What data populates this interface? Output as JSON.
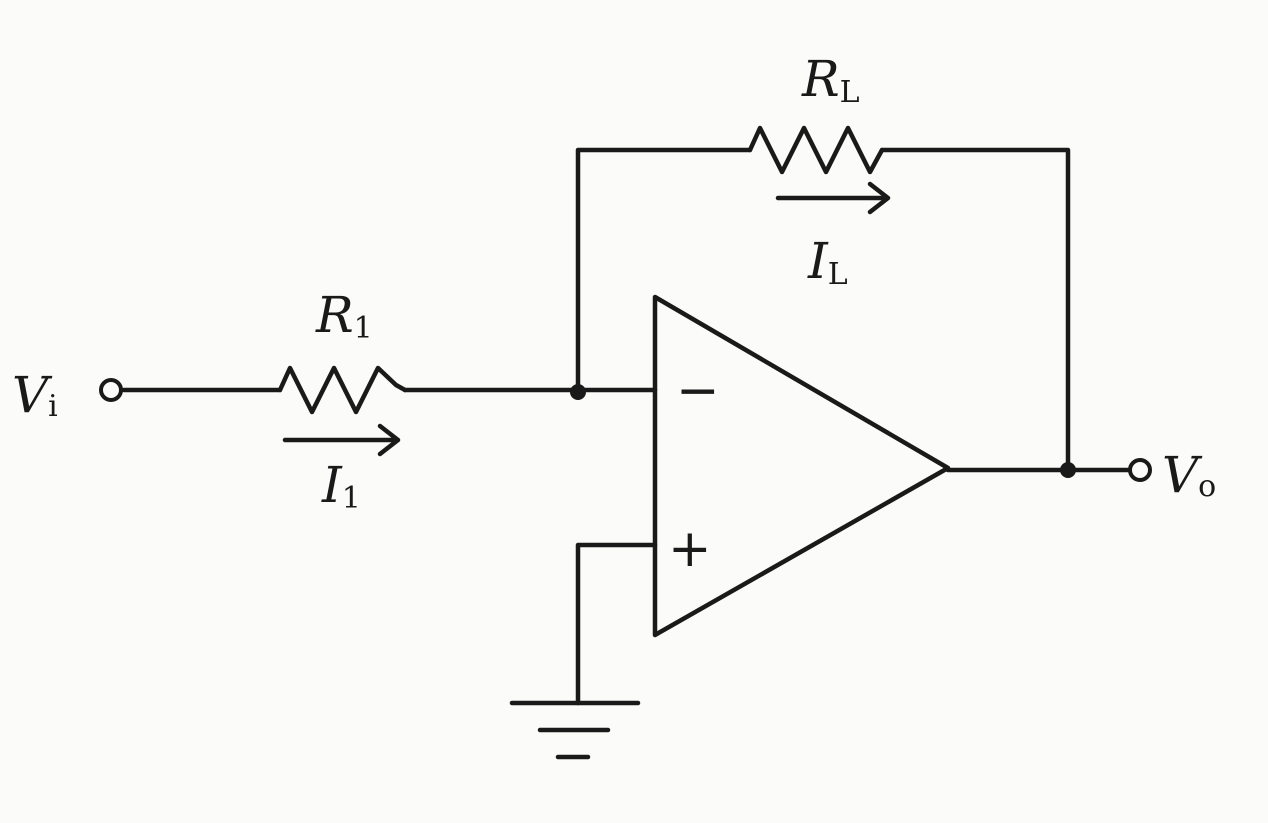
{
  "labels": {
    "input_voltage": {
      "main": "V",
      "sub": "i"
    },
    "output_voltage": {
      "main": "V",
      "sub": "o"
    },
    "input_resistor": {
      "main": "R",
      "sub": "1"
    },
    "feedback_resistor": {
      "main": "R",
      "sub": "L"
    },
    "input_current": {
      "main": "I",
      "sub": "1"
    },
    "feedback_current": {
      "main": "I",
      "sub": "L"
    },
    "inverting_input": "−",
    "non_inverting_input": "+"
  },
  "colors": {
    "ink": "#1a1a1a",
    "paper": "#fbfbf9"
  }
}
